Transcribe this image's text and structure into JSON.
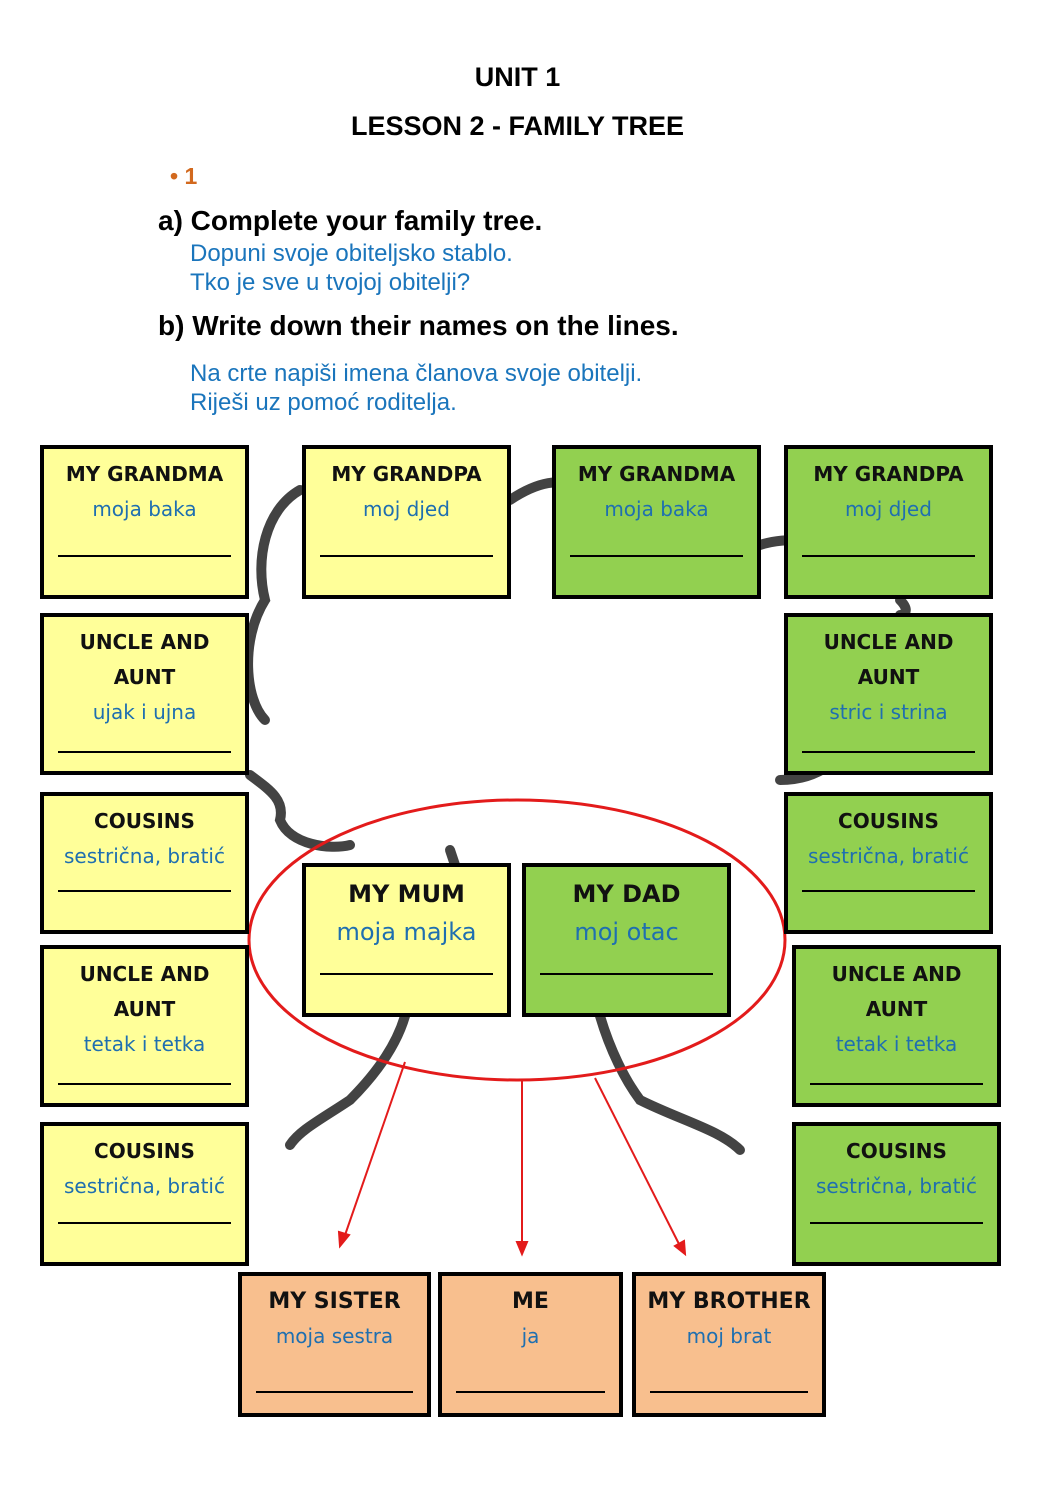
{
  "header": {
    "unit": "UNIT 1",
    "lesson": "LESSON 2 - FAMILY TREE",
    "exercise_number": "1"
  },
  "instructions": {
    "a_label": "a) Complete your family tree.",
    "a_translation": [
      "Dopuni svoje obiteljsko stablo.",
      "Tko je sve u tvojoj obitelji?"
    ],
    "b_label": "b) Write down their names on the lines.",
    "b_translation": [
      "Na crte napiši imena članova svoje obitelji.",
      "Riješi uz pomoć roditelja."
    ]
  },
  "colors": {
    "yellow": "#ffff99",
    "green": "#92d050",
    "orange": "#f8bf8e",
    "translation_blue": "#1f6fb0",
    "highlight_red": "#e31b1b"
  },
  "boxes": [
    {
      "title": [
        "MY GRANDMA"
      ],
      "translation": "moja baka",
      "color": "yellow"
    },
    {
      "title": [
        "MY GRANDPA"
      ],
      "translation": "moj djed",
      "color": "yellow"
    },
    {
      "title": [
        "MY GRANDMA"
      ],
      "translation": "moja baka",
      "color": "green"
    },
    {
      "title": [
        "MY GRANDPA"
      ],
      "translation": "moj djed",
      "color": "green"
    },
    {
      "title": [
        "UNCLE AND",
        "AUNT"
      ],
      "translation": "ujak i ujna",
      "color": "yellow"
    },
    {
      "title": [
        "UNCLE AND",
        "AUNT"
      ],
      "translation": "stric i strina",
      "color": "green"
    },
    {
      "title": [
        "COUSINS"
      ],
      "translation": "sestrična, bratić",
      "color": "yellow"
    },
    {
      "title": [
        "COUSINS"
      ],
      "translation": "sestrična, bratić",
      "color": "green"
    },
    {
      "title": [
        "MY MUM"
      ],
      "translation": "moja majka",
      "color": "yellow"
    },
    {
      "title": [
        "MY DAD"
      ],
      "translation": "moj otac",
      "color": "green"
    },
    {
      "title": [
        "UNCLE AND",
        "AUNT"
      ],
      "translation": "tetak i tetka",
      "color": "yellow"
    },
    {
      "title": [
        "UNCLE AND",
        "AUNT"
      ],
      "translation": "tetak i tetka",
      "color": "green"
    },
    {
      "title": [
        "COUSINS"
      ],
      "translation": "sestrična, bratić",
      "color": "yellow"
    },
    {
      "title": [
        "COUSINS"
      ],
      "translation": "sestrična, bratić",
      "color": "green"
    },
    {
      "title": [
        "MY SISTER"
      ],
      "translation": "moja sestra",
      "color": "orange"
    },
    {
      "title": [
        "ME"
      ],
      "translation": "ja",
      "color": "orange"
    },
    {
      "title": [
        "MY BROTHER"
      ],
      "translation": "moj brat",
      "color": "orange"
    }
  ]
}
